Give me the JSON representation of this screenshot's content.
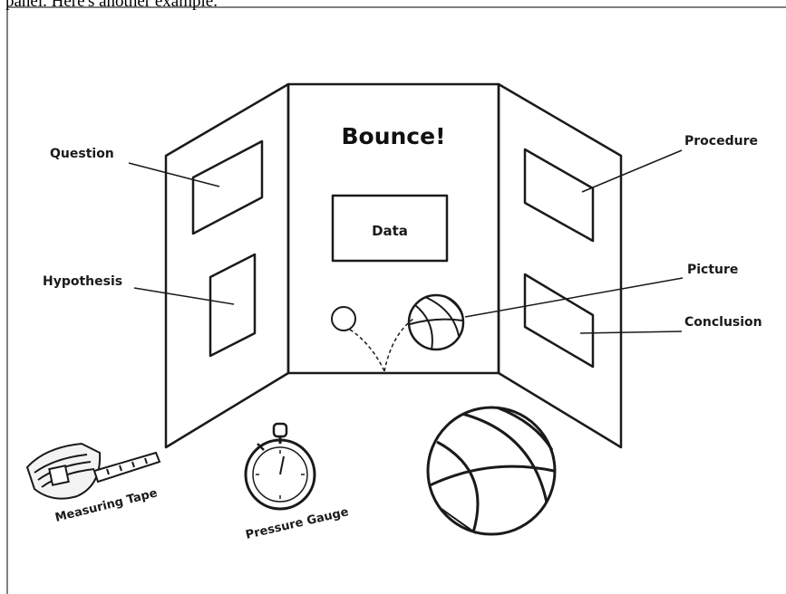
{
  "header": {
    "caption_fragment": "panel. Here's another example."
  },
  "board": {
    "title": "Bounce!",
    "data_label": "Data",
    "labels": {
      "question": "Question",
      "hypothesis": "Hypothesis",
      "procedure": "Procedure",
      "picture": "Picture",
      "conclusion": "Conclusion"
    }
  },
  "props": {
    "measuring_tape": "Measuring Tape",
    "pressure_gauge": "Pressure Gauge"
  },
  "icons": [
    "measuring-tape-icon",
    "stopwatch-icon",
    "basketball-icon",
    "small-ball-icon"
  ],
  "colors": {
    "ink": "#1a1a1a",
    "background": "#ffffff"
  }
}
